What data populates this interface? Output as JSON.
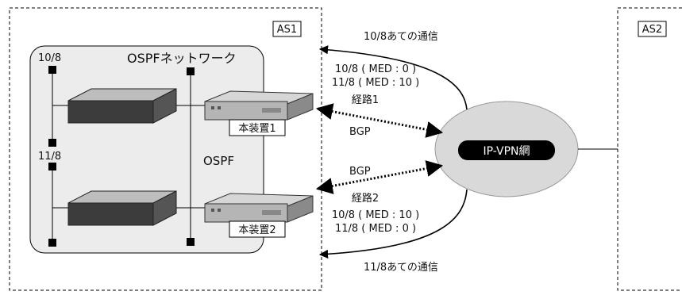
{
  "as1_label": "AS1",
  "as2_label": "AS2",
  "ospf_network_title": "OSPFネットワーク",
  "ospf_label": "OSPF",
  "subnet_10": "10/8",
  "subnet_11": "11/8",
  "device1_label": "本装置1",
  "device2_label": "本装置2",
  "ipvpn_label": "IP-VPN網",
  "route1": {
    "label": "経路1",
    "line1": "10/8 ( MED : 0 )",
    "line2": "11/8 ( MED : 10 )",
    "traffic": "10/8あての通信"
  },
  "route2": {
    "label": "経路2",
    "line1": "10/8 ( MED : 10 )",
    "line2": "11/8 ( MED : 0 )",
    "traffic": "11/8あての通信"
  },
  "bgp_top": "BGP",
  "bgp_bottom": "BGP",
  "colors": {
    "ospf_bg": "#ececec",
    "cloud": "#d9d9d9",
    "switch": "#3a3a3a",
    "router": "#bfbfbf"
  }
}
